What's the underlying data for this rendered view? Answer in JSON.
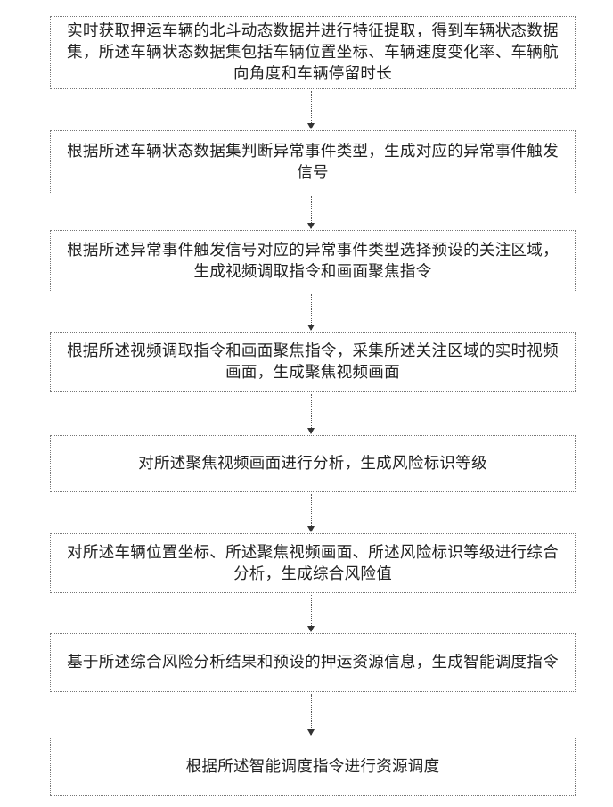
{
  "steps": [
    {
      "lines": [
        "实时获取押运车辆的北斗动态数据并进行特征提取，得到车辆状态数据",
        "集，所述车辆状态数据集包括车辆位置坐标、车辆速度变化率、车辆航",
        "向角度和车辆停留时长"
      ]
    },
    {
      "lines": [
        "根据所述车辆状态数据集判断异常事件类型，生成对应的异常事件触发",
        "信号"
      ]
    },
    {
      "lines": [
        "根据所述异常事件触发信号对应的异常事件类型选择预设的关注区域，",
        "生成视频调取指令和画面聚焦指令"
      ]
    },
    {
      "lines": [
        "根据所述视频调取指令和画面聚焦指令，采集所述关注区域的实时视频",
        "画面，生成聚焦视频画面"
      ]
    },
    {
      "lines": [
        "对所述聚焦视频画面进行分析，生成风险标识等级"
      ]
    },
    {
      "lines": [
        "对所述车辆位置坐标、所述聚焦视频画面、所述风险标识等级进行综合",
        "分析，生成综合风险值"
      ]
    },
    {
      "lines": [
        "基于所述综合风险分析结果和预设的押运资源信息，生成智能调度指令"
      ]
    },
    {
      "lines": [
        "根据所述智能调度指令进行资源调度"
      ]
    }
  ]
}
